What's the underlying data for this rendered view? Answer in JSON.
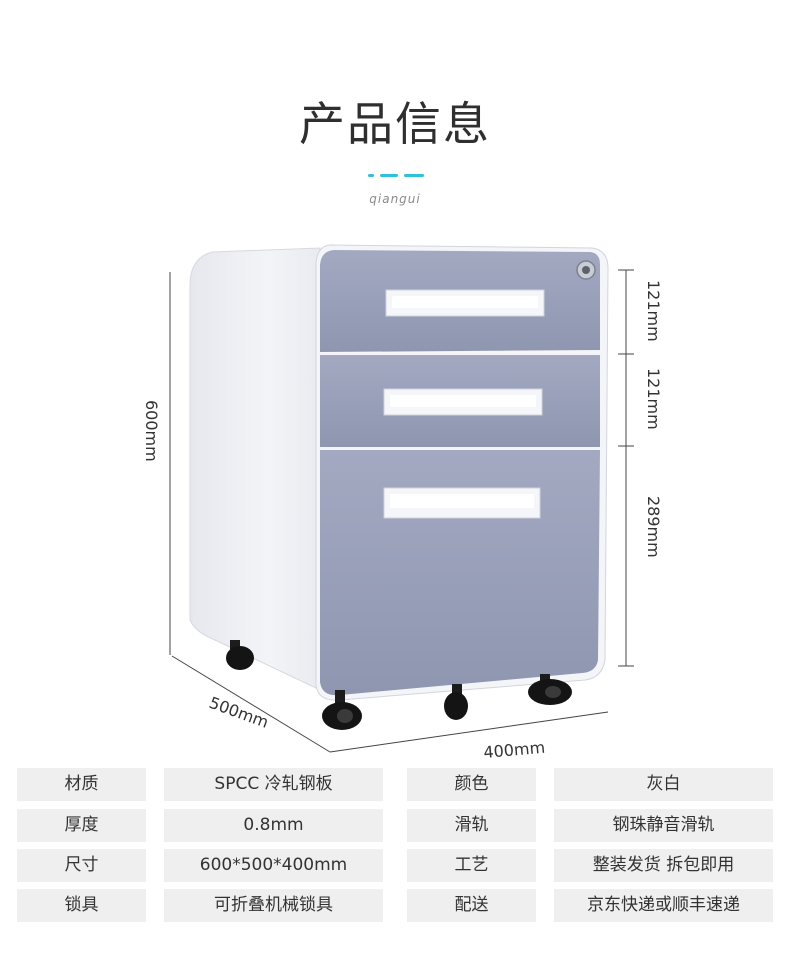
{
  "header": {
    "title": "产品信息",
    "subtitle": "qiangui"
  },
  "dimensions": {
    "height": "600mm",
    "depth": "500mm",
    "width": "400mm",
    "drawer1": "121mm",
    "drawer2": "121mm",
    "drawer3": "289mm"
  },
  "colors": {
    "accent": "#2ec0dc",
    "drawer_front": "#9aa0b8",
    "body": "#eceef2",
    "cell_bg": "#efefef"
  },
  "specs": [
    {
      "label1": "材质",
      "value1": "SPCC 冷轧钢板",
      "label2": "颜色",
      "value2": "灰白"
    },
    {
      "label1": "厚度",
      "value1": "0.8mm",
      "label2": "滑轨",
      "value2": "钢珠静音滑轨"
    },
    {
      "label1": "尺寸",
      "value1": "600*500*400mm",
      "label2": "工艺",
      "value2": "整装发货 拆包即用"
    },
    {
      "label1": "锁具",
      "value1": "可折叠机械锁具",
      "label2": "配送",
      "value2": "京东快递或顺丰速递"
    }
  ]
}
